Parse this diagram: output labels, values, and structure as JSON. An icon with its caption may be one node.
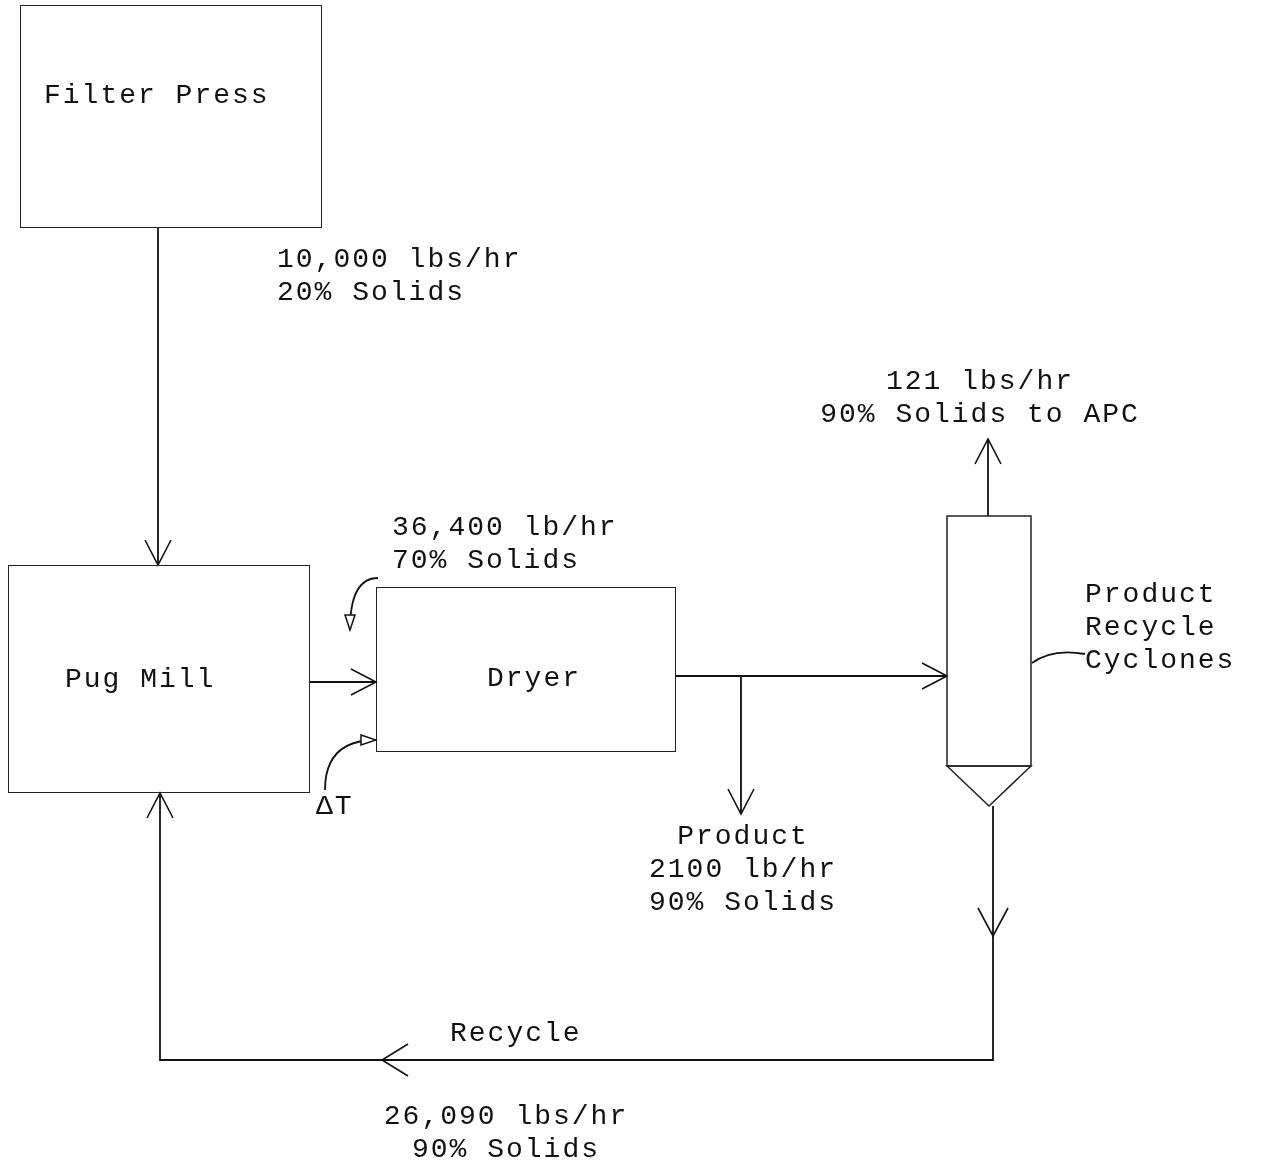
{
  "diagram": {
    "nodes": [
      {
        "text": [
          "Filter Press"
        ]
      },
      {
        "text": [
          "Pug Mill"
        ]
      },
      {
        "text": [
          "Dryer"
        ]
      },
      {
        "text": [],
        "shape": "cyclone"
      },
      {
        "text": [
          "Product Recycle Cyclones"
        ]
      },
      {
        "text": [
          "Product 2100 lb/hr 90% Solids"
        ]
      },
      {
        "text": [
          "121 lbs/hr",
          "90% Solids to APC"
        ]
      },
      {
        "text": [
          "ΔT"
        ]
      }
    ],
    "edges": [
      {
        "from": 0,
        "to": 1,
        "arrow": "to",
        "label": "10,000 lbs/hr 20% Solids"
      },
      {
        "from": 1,
        "to": 2,
        "arrow": "to"
      },
      {
        "from": 2,
        "to": 3,
        "arrow": "to"
      },
      {
        "from": 2,
        "to": 5,
        "arrow": "to"
      },
      {
        "from": 3,
        "to": 6,
        "arrow": "to"
      },
      {
        "from": 3,
        "to": 1,
        "arrow": "to",
        "label": "Recycle"
      },
      {
        "from": null,
        "to": 2,
        "arrow": "to"
      },
      {
        "from": 7,
        "to": 2,
        "arrow": "to"
      },
      {
        "from": 4,
        "to": 3,
        "arrow": "none"
      }
    ],
    "labels": [
      "36,400 lb/hr 70% Solids",
      "26,090 lbs/hr 90% Solids"
    ]
  }
}
